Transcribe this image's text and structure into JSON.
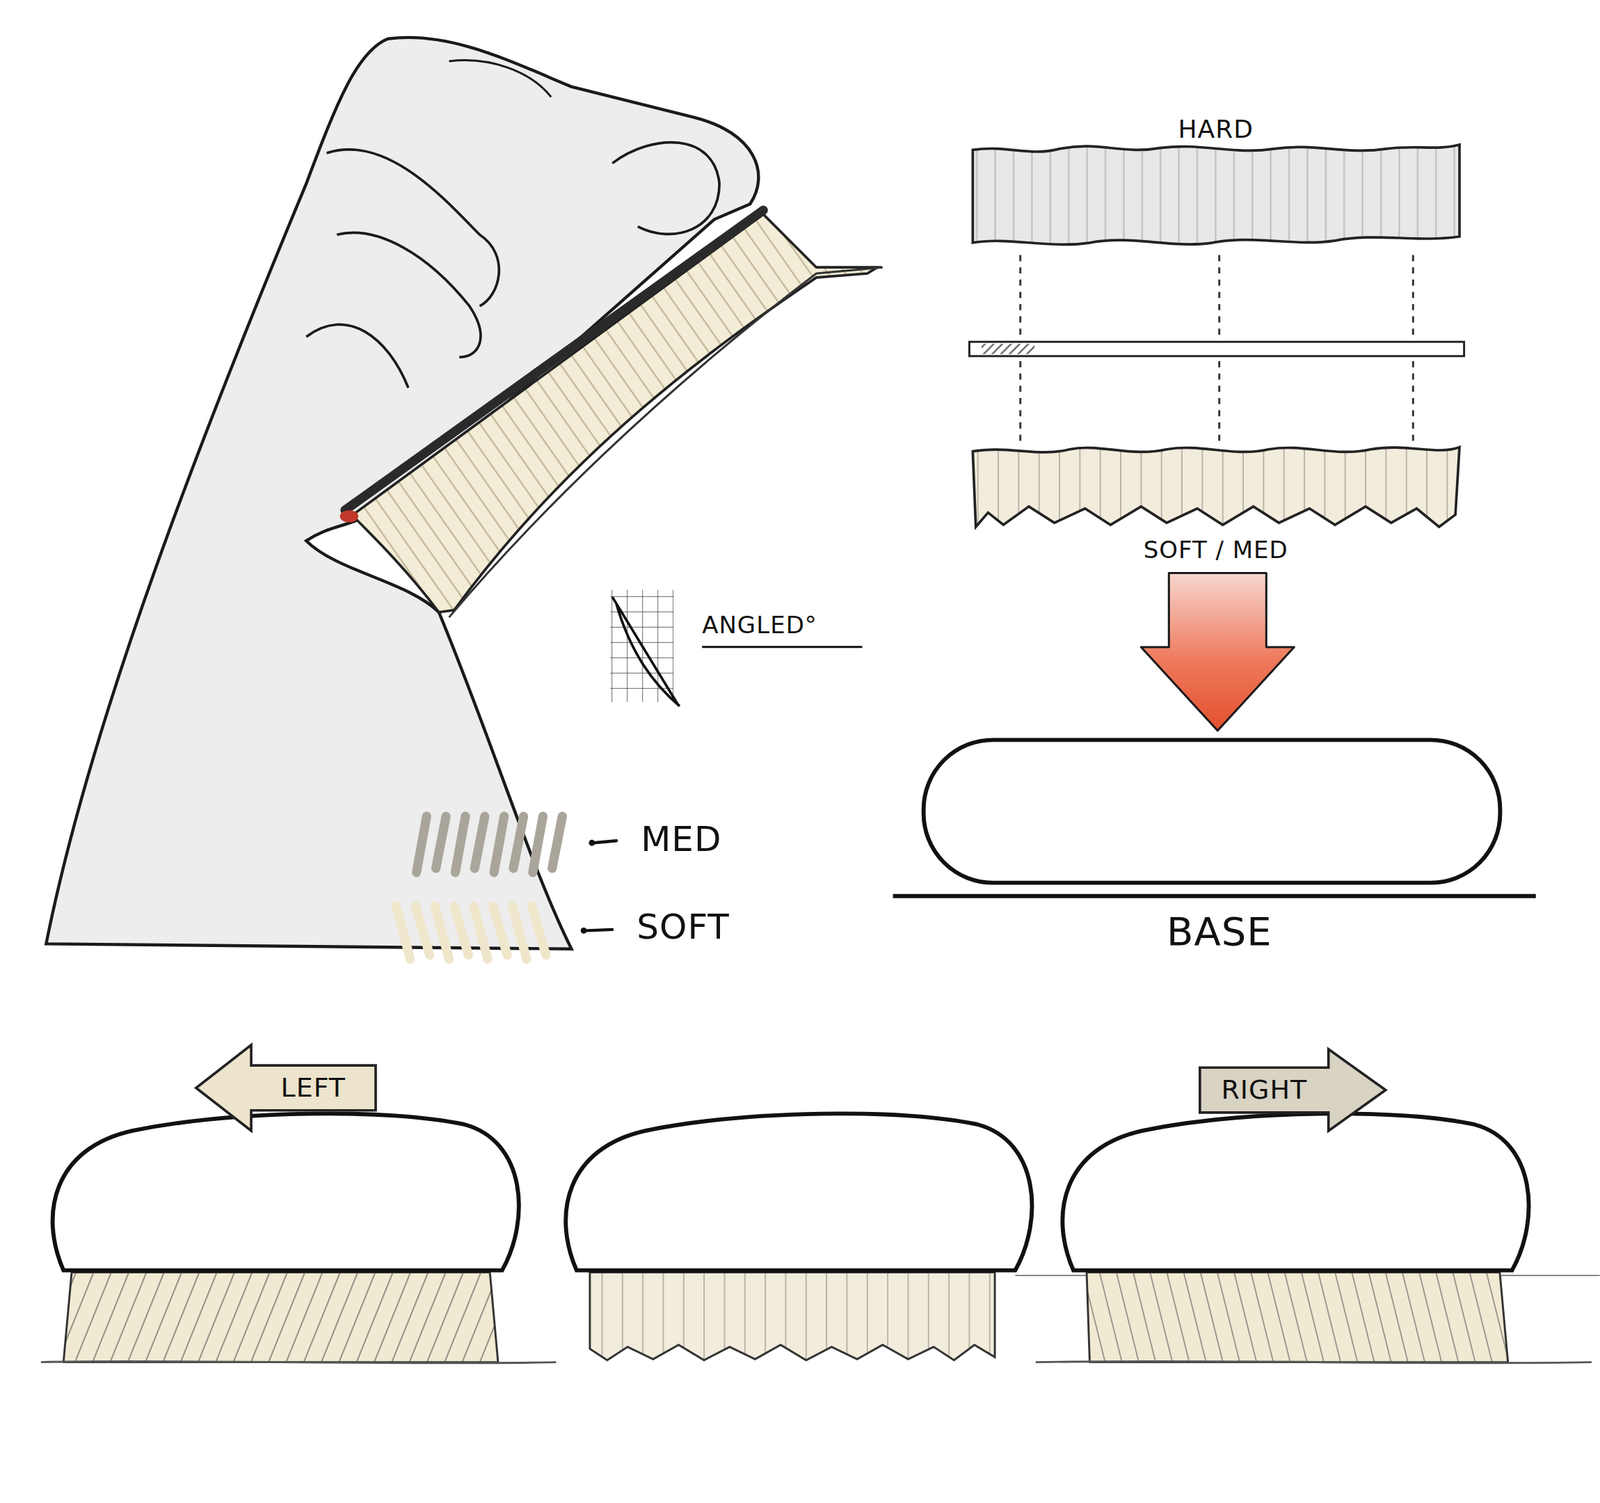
{
  "diagram": {
    "nodes": [
      {
        "text": [
          "HARD"
        ]
      },
      {
        "text": [
          "SOFT / MED"
        ]
      },
      {
        "text": [
          "BASE"
        ]
      },
      {
        "text": [
          "LEFT"
        ]
      },
      {
        "text": [
          "RIGHT"
        ]
      }
    ],
    "edges": [
      {
        "from": 1,
        "to": 2,
        "arrow": "to"
      }
    ],
    "labels": [
      "ANGLED°"
    ],
    "legend": [
      {
        "text": "MED",
        "color": "#aaa59a"
      },
      {
        "text": "SOFT",
        "color": "#efe6cb"
      }
    ]
  }
}
